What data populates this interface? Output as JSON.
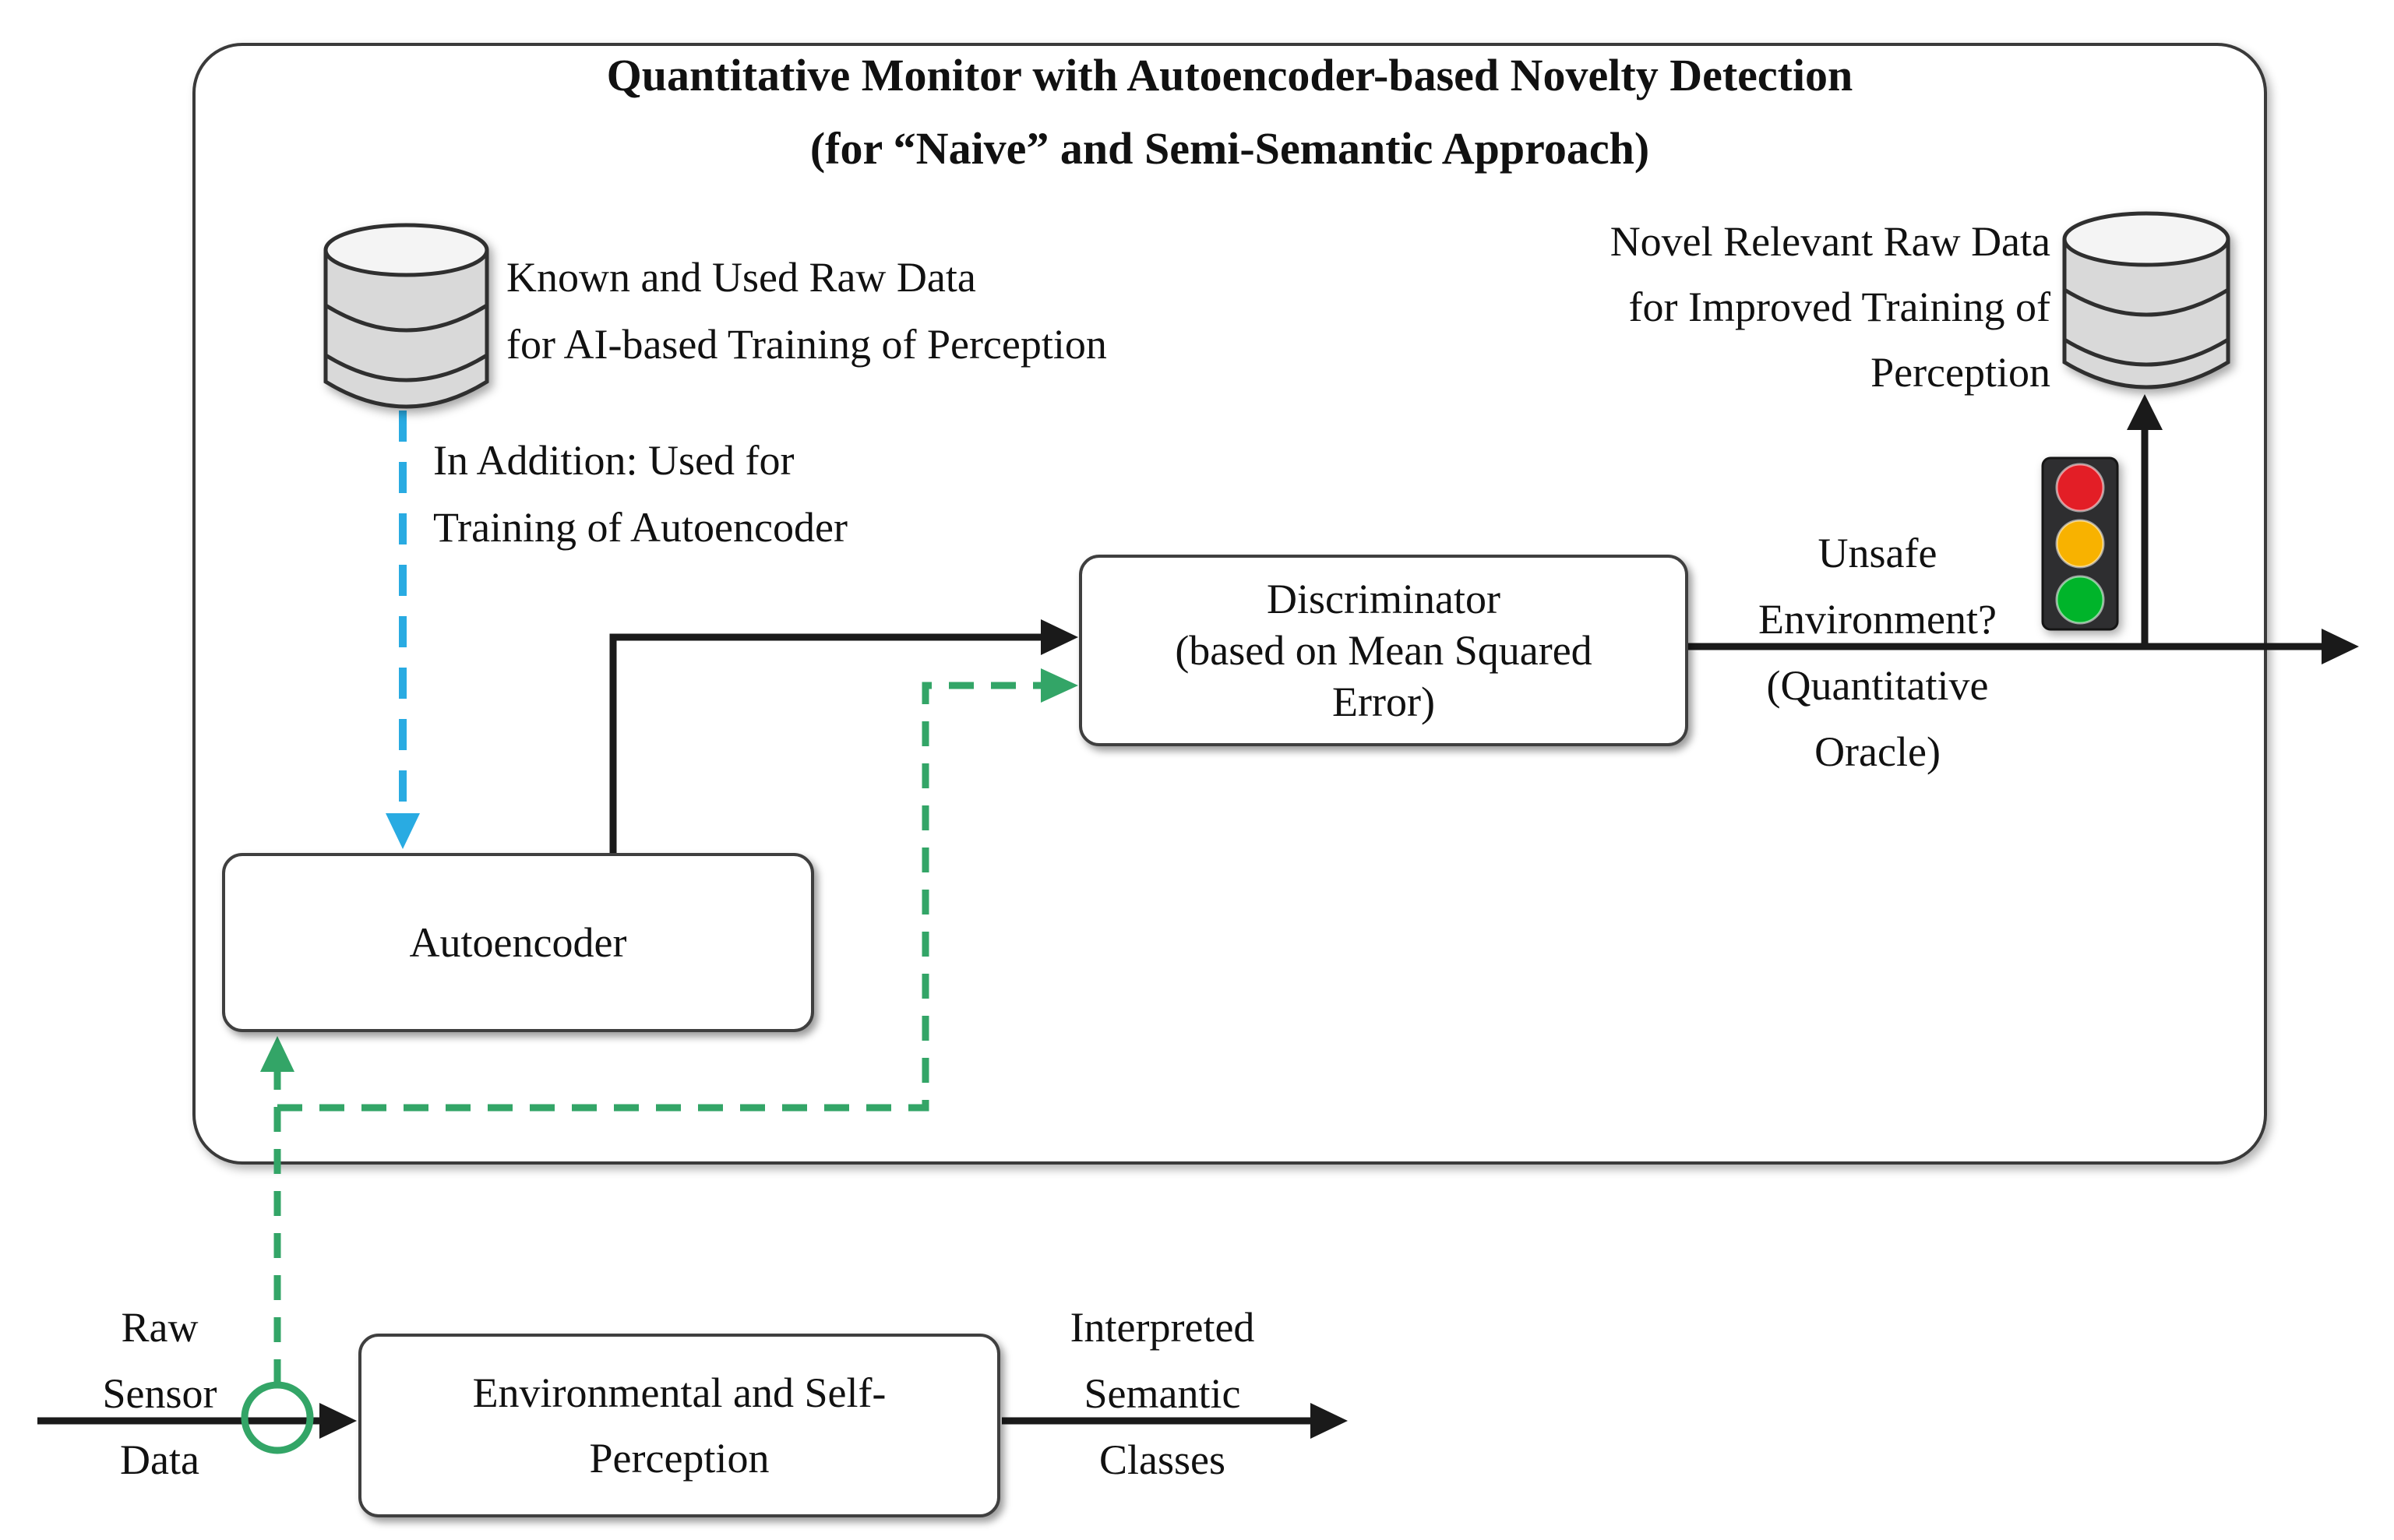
{
  "colors": {
    "accent_green": "#33A567",
    "accent_blue": "#29ABE2",
    "line_black": "#1A1A1A",
    "cylinder_fill": "#D9D9D9",
    "cylinder_top_fill": "#F4F4F4",
    "traffic_body": "#2E2E30",
    "light_red": "#E31E26",
    "light_amber": "#F8B200",
    "light_green": "#00B42A",
    "box_border": "#3F3F3F",
    "box_fill": "#FFFFFF"
  },
  "icons": {
    "known_database": "database-cylinder-icon",
    "novel_database": "database-cylinder-icon",
    "traffic_light": "traffic-light-icon",
    "junction": "green-circle-junction-icon"
  },
  "monitor": {
    "title": [
      "Quantitative Monitor with Autoencoder-based Novelty Detection",
      "(for “Naive” and Semi-Semantic Approach)"
    ],
    "known_db_label": [
      "Known and Used Raw Data",
      "for AI-based Training of Perception"
    ],
    "autoencoder_note": [
      "In Addition: Used for",
      "Training of Autoencoder"
    ],
    "autoencoder_label": "Autoencoder",
    "discriminator_label": [
      "Discriminator",
      "(based on Mean Squared",
      "Error)"
    ],
    "oracle_label": [
      "Unsafe",
      "Environment?",
      "(Quantitative",
      "Oracle)"
    ],
    "novel_db_label": [
      "Novel Relevant Raw Data",
      "for Improved Training of",
      "Perception"
    ]
  },
  "pipeline": {
    "input_label": [
      "Raw",
      "Sensor",
      "Data"
    ],
    "perception_box_label": [
      "Environmental and Self-",
      "Perception"
    ],
    "output_label": [
      "Interpreted",
      "Semantic",
      "Classes"
    ]
  }
}
